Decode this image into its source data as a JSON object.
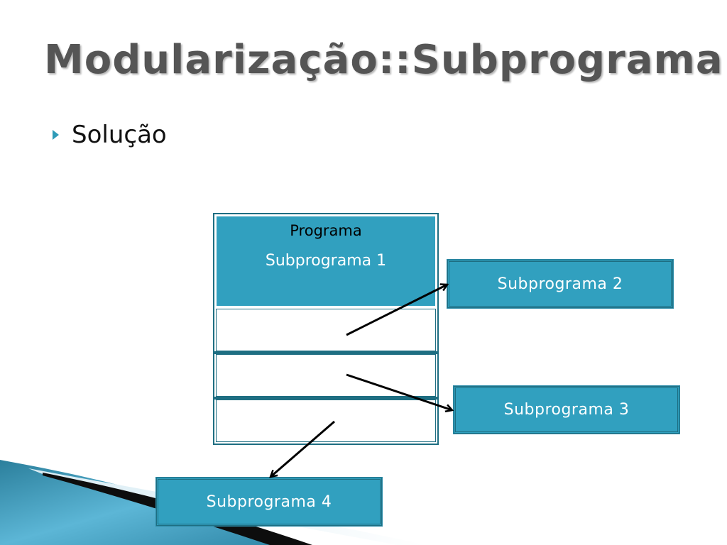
{
  "slide": {
    "title": "Modularização::Subprograma",
    "bullet": "Solução"
  },
  "diagram": {
    "program_label": "Programa",
    "subprogram_1": "Subprograma 1",
    "subprogram_2": "Subprograma 2",
    "subprogram_3": "Subprograma 3",
    "subprogram_4": "Subprograma 4"
  },
  "colors": {
    "box_fill": "#31a0bf",
    "box_border": "#1e6e82",
    "title": "#555555",
    "bullet_icon": "#2e9bb8"
  }
}
